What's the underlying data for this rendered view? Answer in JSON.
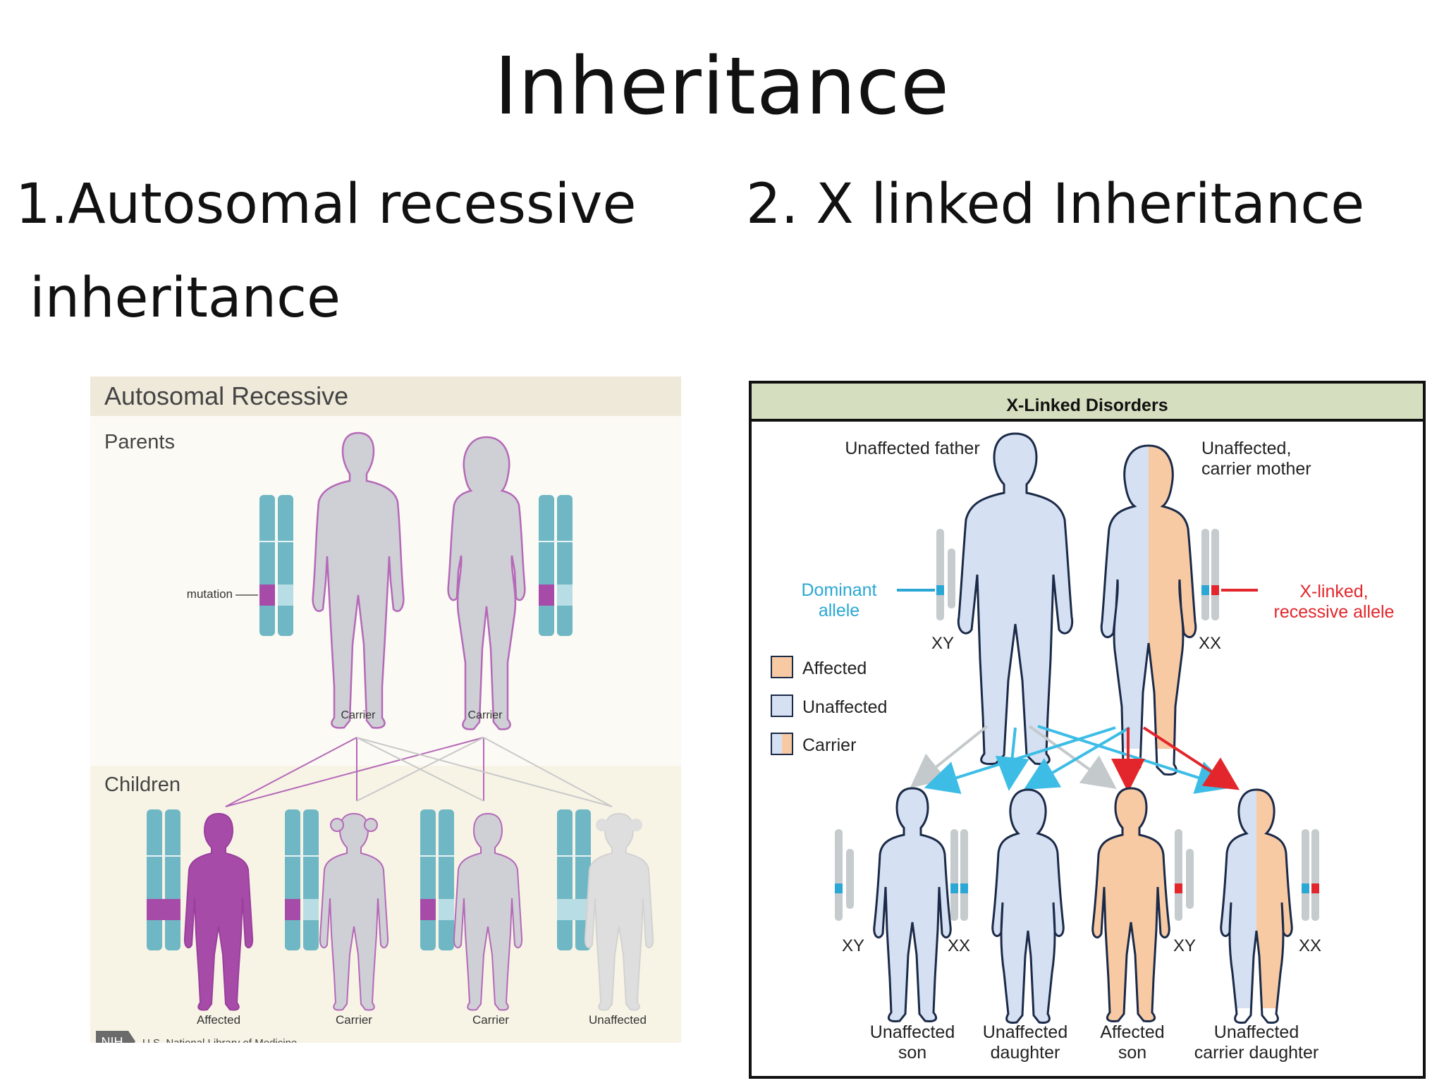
{
  "slide": {
    "title": "Inheritance",
    "heading_1_line1": "1.Autosomal recessive",
    "heading_1_line2": "inheritance",
    "heading_2": "2. X linked Inheritance"
  },
  "autosomal_panel": {
    "header": "Autosomal Recessive",
    "parents_label": "Parents",
    "children_label": "Children",
    "mutation_label": "mutation",
    "parent_captions": [
      "Carrier",
      "Carrier"
    ],
    "child_captions": [
      "Affected",
      "Carrier",
      "Carrier",
      "Unaffected"
    ],
    "credit_badge": "NIH",
    "credit_text": "U.S. National Library of Medicine",
    "colors": {
      "chromosome": "#6fb7c4",
      "chromosome_light": "#b9dde4",
      "mutation": "#a64ca8",
      "carrier_body": "#cfcfd6",
      "affected_body": "#a64ca8",
      "unaffected_body": "#dedede"
    }
  },
  "xlinked_panel": {
    "header": "X-Linked Disorders",
    "father_label": "Unaffected father",
    "mother_label_line1": "Unaffected,",
    "mother_label_line2": "carrier mother",
    "dominant_line1": "Dominant",
    "dominant_line2": "allele",
    "recessive_line1": "X-linked,",
    "recessive_line2": "recessive allele",
    "father_karyotype": "XY",
    "mother_karyotype": "XX",
    "legend": [
      "Affected",
      "Unaffected",
      "Carrier"
    ],
    "children": [
      {
        "line1": "Unaffected",
        "line2": "son",
        "karyotype": "XY"
      },
      {
        "line1": "Unaffected",
        "line2": "daughter",
        "karyotype": "XX"
      },
      {
        "line1": "Affected",
        "line2": "son",
        "karyotype": "XY"
      },
      {
        "line1": "Unaffected",
        "line2": "carrier daughter",
        "karyotype": "XX"
      }
    ],
    "colors": {
      "unaffected": "#d5e1f3",
      "affected": "#f8caa4",
      "dominant": "#2aa7d4",
      "recessive": "#e2262b",
      "arrow_blue": "#3dbde6",
      "arrow_gray": "#c4c9cc",
      "header_bg": "#d5dfbf"
    }
  }
}
